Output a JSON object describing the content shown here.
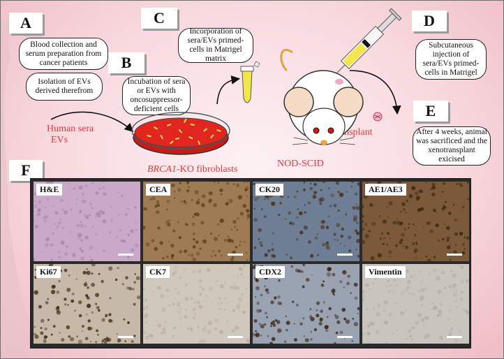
{
  "panels": {
    "A": "A",
    "B": "B",
    "C": "C",
    "D": "D",
    "E": "E",
    "F": "F"
  },
  "steps": {
    "a1": "Blood collection and serum preparation from cancer patients",
    "a2": "Isolation of EVs derived therefrom",
    "b": "Incubation of sera or EVs with oncosuppressor-deficient cells",
    "c": "Incorporation of sera/EVs primed-cells in Matrigel matrix",
    "d": "Subcutaneous injection of sera/EVs primed-cells in Matrigel",
    "e": "After 4 weeks, animal was sacrificed and the xenotransplant exicised"
  },
  "labels": {
    "human_sera": "Human sera",
    "evs": "EVs",
    "brca1": "BRCA1",
    "brca1_suffix": "-KO fibroblasts",
    "xenotransplant": "Xenotransplant",
    "mouse": "NOD-SCID"
  },
  "stains": [
    {
      "name": "H&E",
      "bg": "#c9a9c7",
      "dots": "#a784ae"
    },
    {
      "name": "CEA",
      "bg": "#9e7b55",
      "dots": "#5c3613"
    },
    {
      "name": "CK20",
      "bg": "#6e7f95",
      "dots": "#4a2a13"
    },
    {
      "name": "AE1/AE3",
      "bg": "#7b5a3a",
      "dots": "#3e2210"
    },
    {
      "name": "Ki67",
      "bg": "#c7b9a8",
      "dots": "#3b1e0c"
    },
    {
      "name": "CK7",
      "bg": "#d0c8bd",
      "dots": "#b9aea2"
    },
    {
      "name": "CDX2",
      "bg": "#9aa3b2",
      "dots": "#3b1f0d"
    },
    {
      "name": "Vimentin",
      "bg": "#c9c4bd",
      "dots": "#b3aca5"
    }
  ],
  "colors": {
    "accent_red": "#e8383d",
    "dish_red": "#e0261f",
    "tube_yellow": "#f2e64a"
  }
}
